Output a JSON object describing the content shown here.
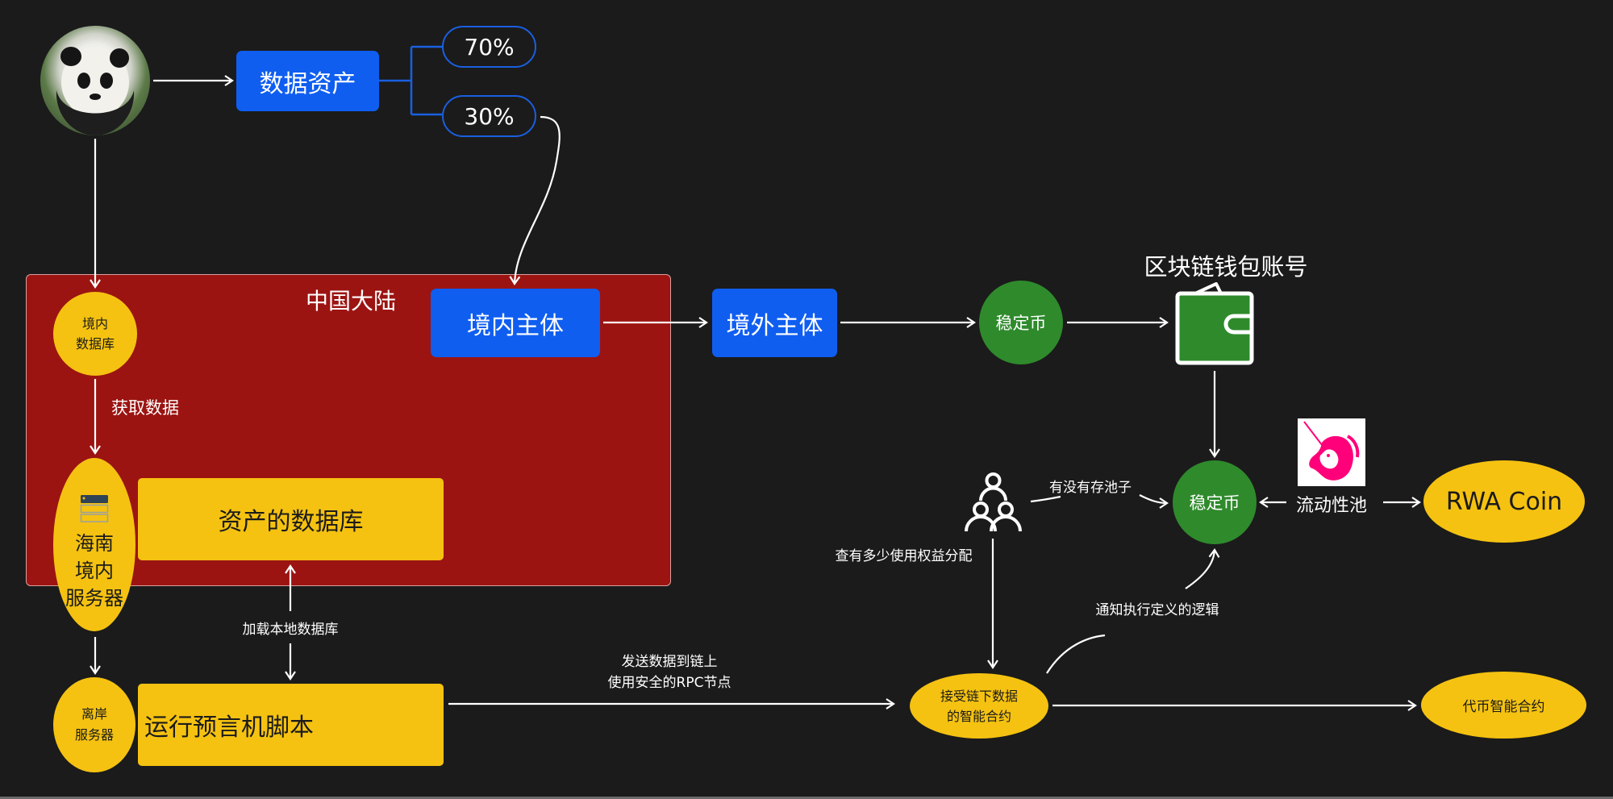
{
  "nodes": {
    "panda_image": "panda-photo",
    "data_asset": "数据资产",
    "share_70": "70%",
    "share_30": "30%",
    "region_title": "中国大陆",
    "domestic_db": [
      "境内",
      "数据库"
    ],
    "domestic_entity": "境内主体",
    "hainan_server": [
      "海南",
      "境内",
      "服务器"
    ],
    "asset_db": "资产的数据库",
    "offshore_server": [
      "离岸",
      "服务器"
    ],
    "oracle_script": "运行预言机脚本",
    "overseas_entity": "境外主体",
    "stablecoin_1": "稳定币",
    "wallet_title": "区块链钱包账号",
    "stablecoin_2": "稳定币",
    "liquidity_pool": "流动性池",
    "rwa_coin": "RWA Coin",
    "offchain_contract": [
      "接受链下数据",
      "的智能合约"
    ],
    "token_contract": "代币智能合约"
  },
  "edge_labels": {
    "fetch_data": "获取数据",
    "load_local_db": "加载本地数据库",
    "send_onchain": [
      "发送数据到链上",
      "使用安全的RPC节点"
    ],
    "has_pool": "有没有存池子",
    "check_rights": "查有多少使用权益分配",
    "notify_logic": "通知执行定义的逻辑"
  },
  "icons": {
    "wallet": "wallet-icon",
    "unicorn": "uniswap-unicorn-icon",
    "group": "user-group-icon",
    "server": "server-icon"
  },
  "colors": {
    "background": "#1b1b1b",
    "blue": "#0f5ef0",
    "red_panel": "#9b1412",
    "yellow": "#f5c211",
    "green": "#2f8a2c",
    "pink": "#ff007a"
  }
}
